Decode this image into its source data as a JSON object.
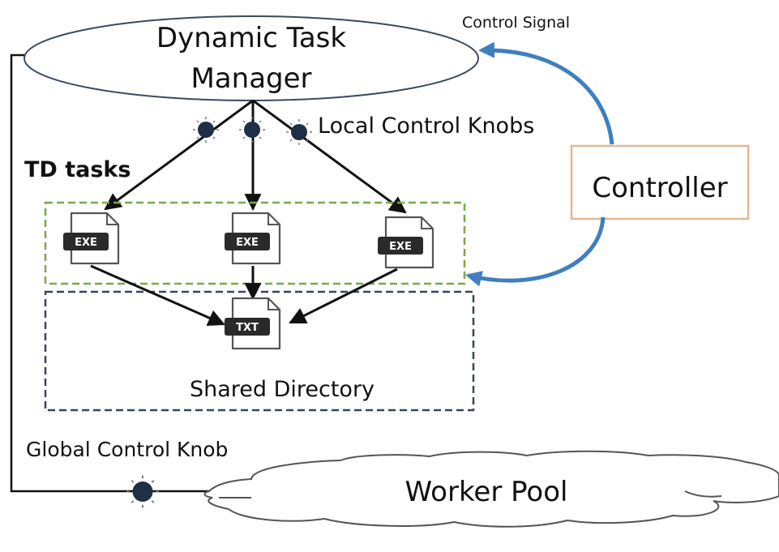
{
  "diagram": {
    "nodes": {
      "task_manager": {
        "label_line1": "Dynamic Task",
        "label_line2": "Manager",
        "shape": "ellipse"
      },
      "controller": {
        "label": "Controller",
        "shape": "rectangle"
      },
      "worker_pool": {
        "label": "Worker Pool",
        "shape": "cloud"
      },
      "td_tasks_group": {
        "label": "TD tasks",
        "border_color": "#7aa84a",
        "style": "dashed"
      },
      "shared_directory": {
        "label": "Shared Directory",
        "border_color": "#33475b",
        "style": "dashed"
      }
    },
    "labels": {
      "control_signal": "Control Signal",
      "local_control_knobs": "Local Control Knobs",
      "global_control_knob": "Global Control Knob",
      "td_tasks": "TD tasks"
    },
    "files": {
      "exe": [
        {
          "name": "exe-file-1",
          "badge": "EXE"
        },
        {
          "name": "exe-file-2",
          "badge": "EXE"
        },
        {
          "name": "exe-file-3",
          "badge": "EXE"
        }
      ],
      "txt": {
        "name": "txt-file",
        "badge": "TXT"
      }
    },
    "knobs": {
      "local_count": 3,
      "global_count": 1
    },
    "colors": {
      "ellipse_stroke": "#3b4a5c",
      "controller_border": "#e0b896",
      "control_arrow": "#3f7fbf",
      "knob_fill": "#1f2f45",
      "line": "#111111",
      "td_group_border": "#7aa84a",
      "shared_dir_border": "#33475b"
    },
    "edges": [
      {
        "from": "task_manager",
        "to": "exe-file-1",
        "via": "local-knob-1"
      },
      {
        "from": "task_manager",
        "to": "exe-file-2",
        "via": "local-knob-2"
      },
      {
        "from": "task_manager",
        "to": "exe-file-3",
        "via": "local-knob-3"
      },
      {
        "from": "exe-file-1",
        "to": "txt-file"
      },
      {
        "from": "exe-file-2",
        "to": "txt-file"
      },
      {
        "from": "exe-file-3",
        "to": "txt-file"
      },
      {
        "from": "controller",
        "to": "task_manager",
        "label": "Control Signal"
      },
      {
        "from": "controller",
        "to": "td_tasks_group"
      },
      {
        "from": "task_manager",
        "to": "worker_pool",
        "via": "global-knob"
      }
    ]
  }
}
